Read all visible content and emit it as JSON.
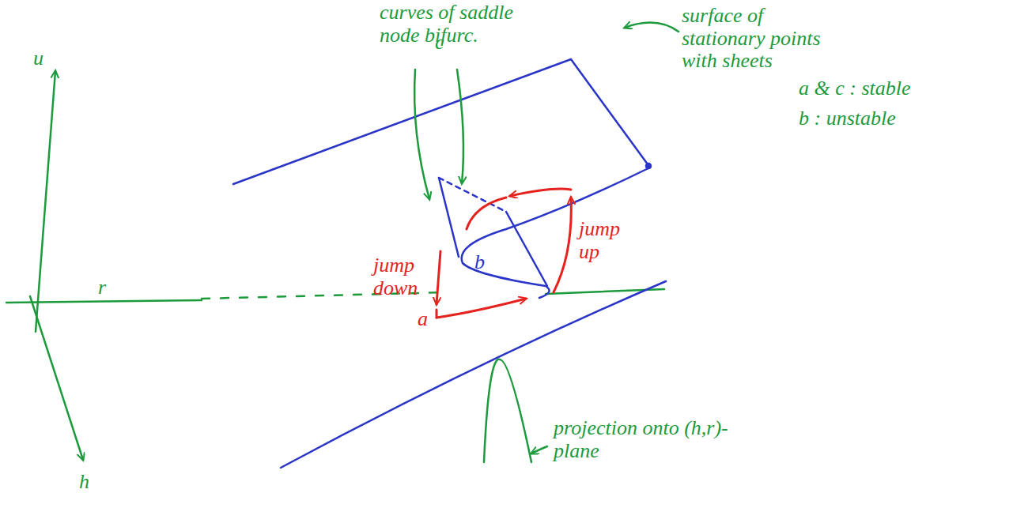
{
  "diagram": {
    "labels": [
      "u",
      "r",
      "h",
      "curves of saddle node bifurc.",
      "c",
      "surface of stationary points with sheets",
      "a & c : stable",
      "b : unstable",
      "jump up",
      "jump down",
      "b",
      "a",
      "projection onto (h,r)-plane"
    ]
  }
}
